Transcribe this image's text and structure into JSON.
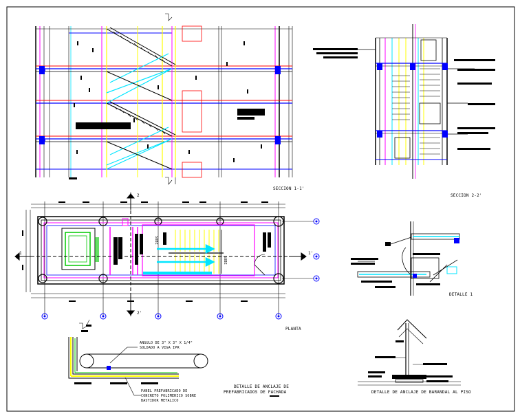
{
  "labels": {
    "seccion_1": "SECCION 1-1'",
    "seccion_2": "SECCION 2-2'",
    "planta": "PLANTA",
    "detalle_1": "DETALLE 1",
    "detalle_fachada_l1": "DETALLE DE ANCLAJE DE",
    "detalle_fachada_l2": "PREFABRICADOS DE FACHADA",
    "detalle_baranda": "DETALLE DE ANCLAJE DE BARANDAL AL PISO",
    "angulo_l1": "ANGULO DE 3\" X 3\" X 1/4\"",
    "angulo_l2": "SOLDADO A VIGA IPR",
    "panel_l1": "PANEL PREFABRICADO DE",
    "panel_l2": "CONCRETO POLIMERICO SOBRE",
    "panel_l3": "BASTIDOR METALICO",
    "tag_1a": "1",
    "tag_1b": "1'",
    "tag_2a": "2",
    "tag_2b": "2'",
    "sube_1": "SUBE",
    "sube_2": "SUBE"
  },
  "colors": {
    "magenta": "#ff00ff",
    "cyan": "#00e5ff",
    "yellow": "#ffff00",
    "green": "#00c800",
    "red": "#ff0000",
    "blue": "#0000ff",
    "black": "#000000"
  }
}
